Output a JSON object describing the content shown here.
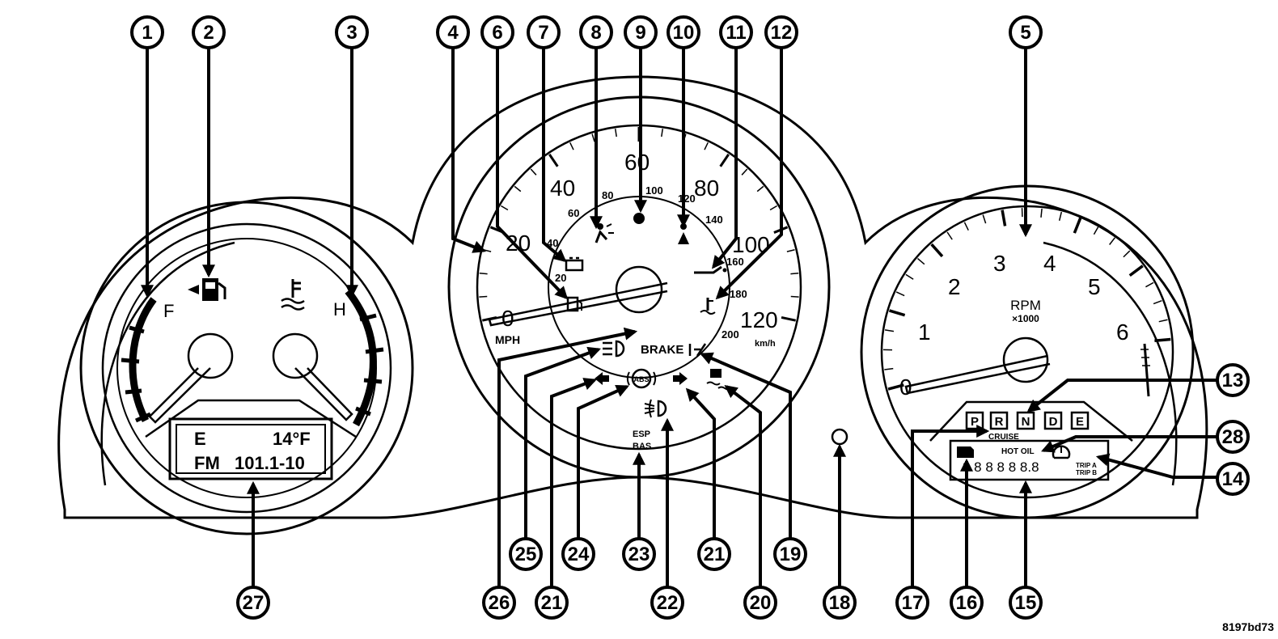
{
  "figure_code": "8197bd73",
  "fuel_gauge": {
    "full": "F"
  },
  "temp_gauge": {
    "hot": "H"
  },
  "speedometer": {
    "unit_primary": "MPH",
    "unit_secondary": "km/h",
    "mph_labels": [
      "0",
      "20",
      "40",
      "60",
      "80",
      "100",
      "120"
    ],
    "kmh_labels": [
      "20",
      "40",
      "60",
      "80",
      "100",
      "120",
      "140",
      "160",
      "180",
      "200"
    ]
  },
  "tachometer": {
    "unit": "RPM",
    "multiplier": "×1000",
    "labels": [
      "0",
      "1",
      "2",
      "3",
      "4",
      "5",
      "6"
    ],
    "gear_positions": [
      "P",
      "R",
      "N",
      "D",
      "E"
    ],
    "cruise": "CRUISE",
    "hot_oil": "HOT OIL",
    "odometer": "8 8 8 8 8 8.8",
    "trip_a": "TRIP A",
    "trip_b": "TRIP B"
  },
  "indicators": {
    "brake": "BRAKE",
    "esp": "ESP",
    "bas": "BAS",
    "abs": "ABS"
  },
  "evic_display": {
    "compass": "E",
    "temperature": "14°F",
    "band": "FM",
    "frequency": "101.1-10"
  },
  "callouts": [
    "1",
    "2",
    "3",
    "4",
    "5",
    "6",
    "7",
    "8",
    "9",
    "10",
    "11",
    "12",
    "13",
    "14",
    "15",
    "16",
    "17",
    "18",
    "19",
    "20",
    "21",
    "21",
    "22",
    "23",
    "24",
    "25",
    "26",
    "27",
    "28"
  ]
}
